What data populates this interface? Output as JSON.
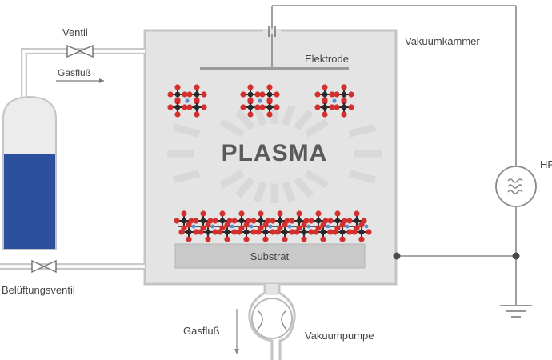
{
  "labels": {
    "ventil": "Ventil",
    "gasfluss_top": "Gasfluß",
    "elektrode": "Elektrode",
    "vakuumkammer": "Vakuumkammer",
    "plasma": "PLASMA",
    "hf": "HF",
    "substrat": "Substrat",
    "belueftungsventil": "Belüftungsventil",
    "gasfluss_bottom": "Gasfluß",
    "vakuumpumpe": "Vakuumpumpe"
  },
  "icons": {
    "hf_generator": "tilde-wave-icon",
    "ground": "ground-icon",
    "valve": "valve-icon",
    "capacitor": "capacitor-icon"
  },
  "colors": {
    "chamber_fill": "#e4e4e4",
    "chamber_border": "#c4c4c4",
    "gas_liquid": "#2c4f9e",
    "atom_red": "#d32f2f",
    "atom_black": "#2a2a2a",
    "atom_blue": "#5a8fd0",
    "substrate": "#c9c9c9"
  }
}
